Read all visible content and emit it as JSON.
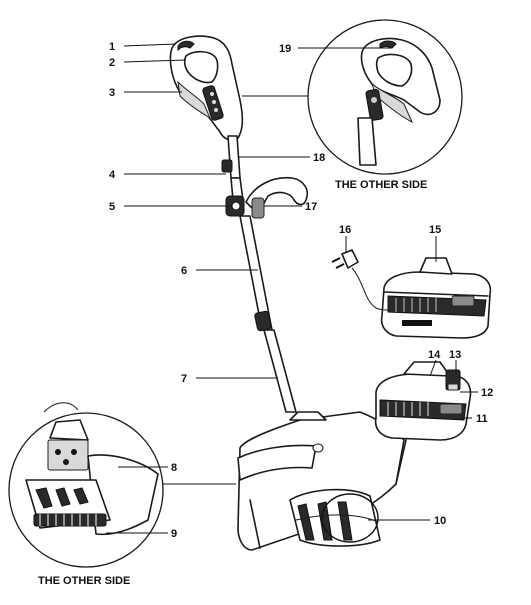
{
  "callouts": {
    "c1": "1",
    "c2": "2",
    "c3": "3",
    "c4": "4",
    "c5": "5",
    "c6": "6",
    "c7": "7",
    "c8": "8",
    "c9": "9",
    "c10": "10",
    "c11": "11",
    "c12": "12",
    "c13": "13",
    "c14": "14",
    "c15": "15",
    "c16": "16",
    "c17": "17",
    "c18": "18",
    "c19": "19"
  },
  "captions": {
    "other_side_top": "THE OTHER SIDE",
    "other_side_bottom": "THE OTHER SIDE"
  },
  "colors": {
    "ink": "#1a1a1a",
    "background": "#ffffff"
  }
}
